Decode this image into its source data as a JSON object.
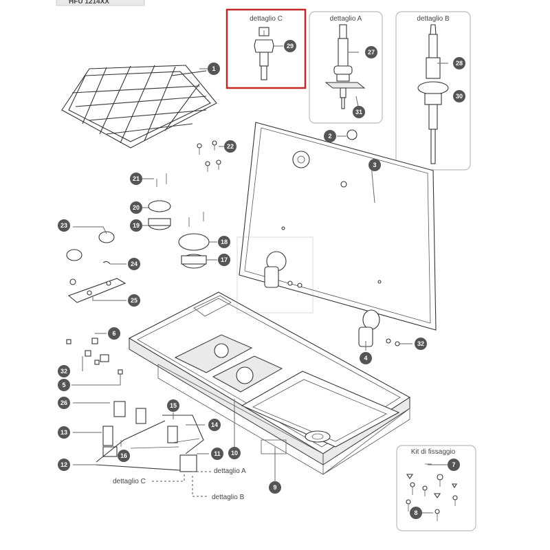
{
  "header": {
    "tab_text": "HFU 1214XX"
  },
  "details": {
    "c": {
      "title": "dettaglio C",
      "highlight_color": "#c62828"
    },
    "a": {
      "title": "dettaglio A"
    },
    "b": {
      "title": "dettaglio B"
    }
  },
  "kit": {
    "title": "Kit di fissaggio"
  },
  "callouts": {
    "c1": "1",
    "c2": "2",
    "c3": "3",
    "c4": "4",
    "c5": "5",
    "c6": "6",
    "c7": "7",
    "c8": "8",
    "c9": "9",
    "c10": "10",
    "c11": "11",
    "c12": "12",
    "c13": "13",
    "c14": "14",
    "c15": "15",
    "c16": "16",
    "c17": "17",
    "c18": "18",
    "c19": "19",
    "c20": "20",
    "c21": "21",
    "c22": "22",
    "c23": "23",
    "c24": "24",
    "c25": "25",
    "c26": "26",
    "c27": "27",
    "c28": "28",
    "c29": "29",
    "c30": "30",
    "c31": "31",
    "c32a": "32",
    "c32b": "32"
  },
  "refs": {
    "a": "dettaglio A",
    "b": "dettaglio B",
    "c": "dettaglio C"
  },
  "colors": {
    "callout_fill": "#555555",
    "detail_border": "#bbbbbb",
    "highlight": "#c62828"
  }
}
